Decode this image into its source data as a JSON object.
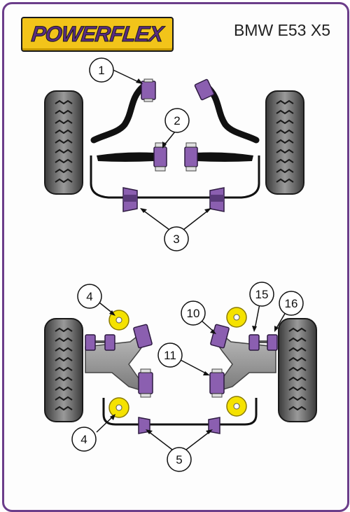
{
  "brand": {
    "logo_text": "POWERFLEX",
    "title": "BMW E53 X5"
  },
  "callouts": [
    {
      "id": "front-top-mount-left",
      "number": "1"
    },
    {
      "id": "front-wishbone-inner",
      "number": "2"
    },
    {
      "id": "front-anti-roll-bar",
      "number": "3"
    },
    {
      "id": "rear-upper-bush",
      "number": "4"
    },
    {
      "id": "rear-lower-bush",
      "number": "4"
    },
    {
      "id": "rear-anti-roll-bar",
      "number": "5"
    },
    {
      "id": "rear-trailing-arm",
      "number": "10"
    },
    {
      "id": "rear-lower-arm",
      "number": "11"
    },
    {
      "id": "rear-toe-link-inner",
      "number": "15"
    },
    {
      "id": "rear-toe-link-outer",
      "number": "16"
    }
  ],
  "colors": {
    "frame": "#6b3d8a",
    "bush": "#8b5fb0",
    "bush_dark": "#4b2d6b",
    "tyre": "#7a7a7a",
    "arm": "#9a9a9a",
    "yellow": "#f5e200",
    "logo_bg": "#f2c41a"
  }
}
